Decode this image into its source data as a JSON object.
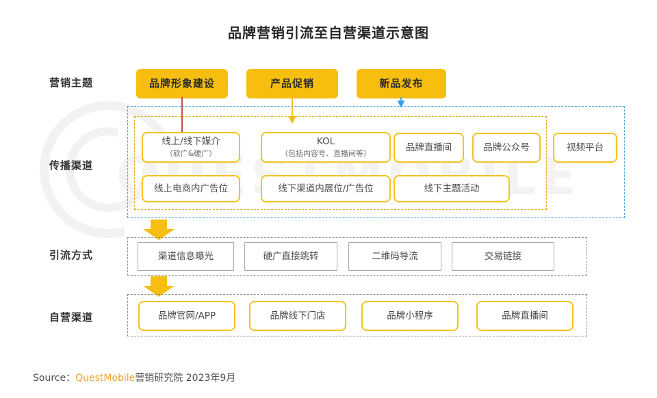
{
  "title": "品牌营销引流至自营渠道示意图",
  "watermark": {
    "text": "QUESTMOBILE"
  },
  "colors": {
    "brand_yellow": "#f7be10",
    "box_border_yellow": "#f5c21f",
    "dash_blue": "#4aa3dd",
    "dash_orange": "#e8a60b",
    "dash_gray": "#8a8a8a",
    "arrow_red": "#c0392b",
    "arrow_yellow": "#f5b90e",
    "arrow_blue": "#38a0dd",
    "block_arrow": "#f7be10",
    "source_brand": "#f0a22e"
  },
  "rows": [
    {
      "key": "theme",
      "label": "营销主题"
    },
    {
      "key": "channel",
      "label": "传播渠道"
    },
    {
      "key": "method",
      "label": "引流方式"
    },
    {
      "key": "owned",
      "label": "自营渠道"
    }
  ],
  "theme_boxes": [
    {
      "label": "品牌形象建设"
    },
    {
      "label": "产品促销"
    },
    {
      "label": "新品发布"
    }
  ],
  "channel_row1": [
    {
      "label": "线上/线下媒介",
      "sub": "（软广&硬广）"
    },
    {
      "label": "KOL",
      "sub": "（包括内容号、直播间等）"
    },
    {
      "label": "品牌直播间",
      "sub": ""
    },
    {
      "label": "品牌公众号",
      "sub": ""
    },
    {
      "label": "视频平台",
      "sub": ""
    }
  ],
  "channel_row2": [
    {
      "label": "线上电商内广告位"
    },
    {
      "label": "线下渠道内展位/广告位"
    },
    {
      "label": "线下主题活动"
    }
  ],
  "method_boxes": [
    {
      "label": "渠道信息曝光"
    },
    {
      "label": "硬广直接跳转"
    },
    {
      "label": "二维码导流"
    },
    {
      "label": "交易链接"
    }
  ],
  "owned_boxes": [
    {
      "label": "品牌官网/APP"
    },
    {
      "label": "品牌线下门店"
    },
    {
      "label": "品牌小程序"
    },
    {
      "label": "品牌直播间"
    }
  ],
  "connectors": [
    {
      "name": "arrow-brand-image-to-media",
      "color": "#c0392b"
    },
    {
      "name": "arrow-promotion-to-kol",
      "color": "#f5b90e"
    },
    {
      "name": "arrow-newproduct-to-channels",
      "color": "#38a0dd"
    }
  ],
  "source": {
    "prefix": "Source：",
    "brand": "QuestMobile",
    "suffix": "营销研究院 2023年9月"
  }
}
